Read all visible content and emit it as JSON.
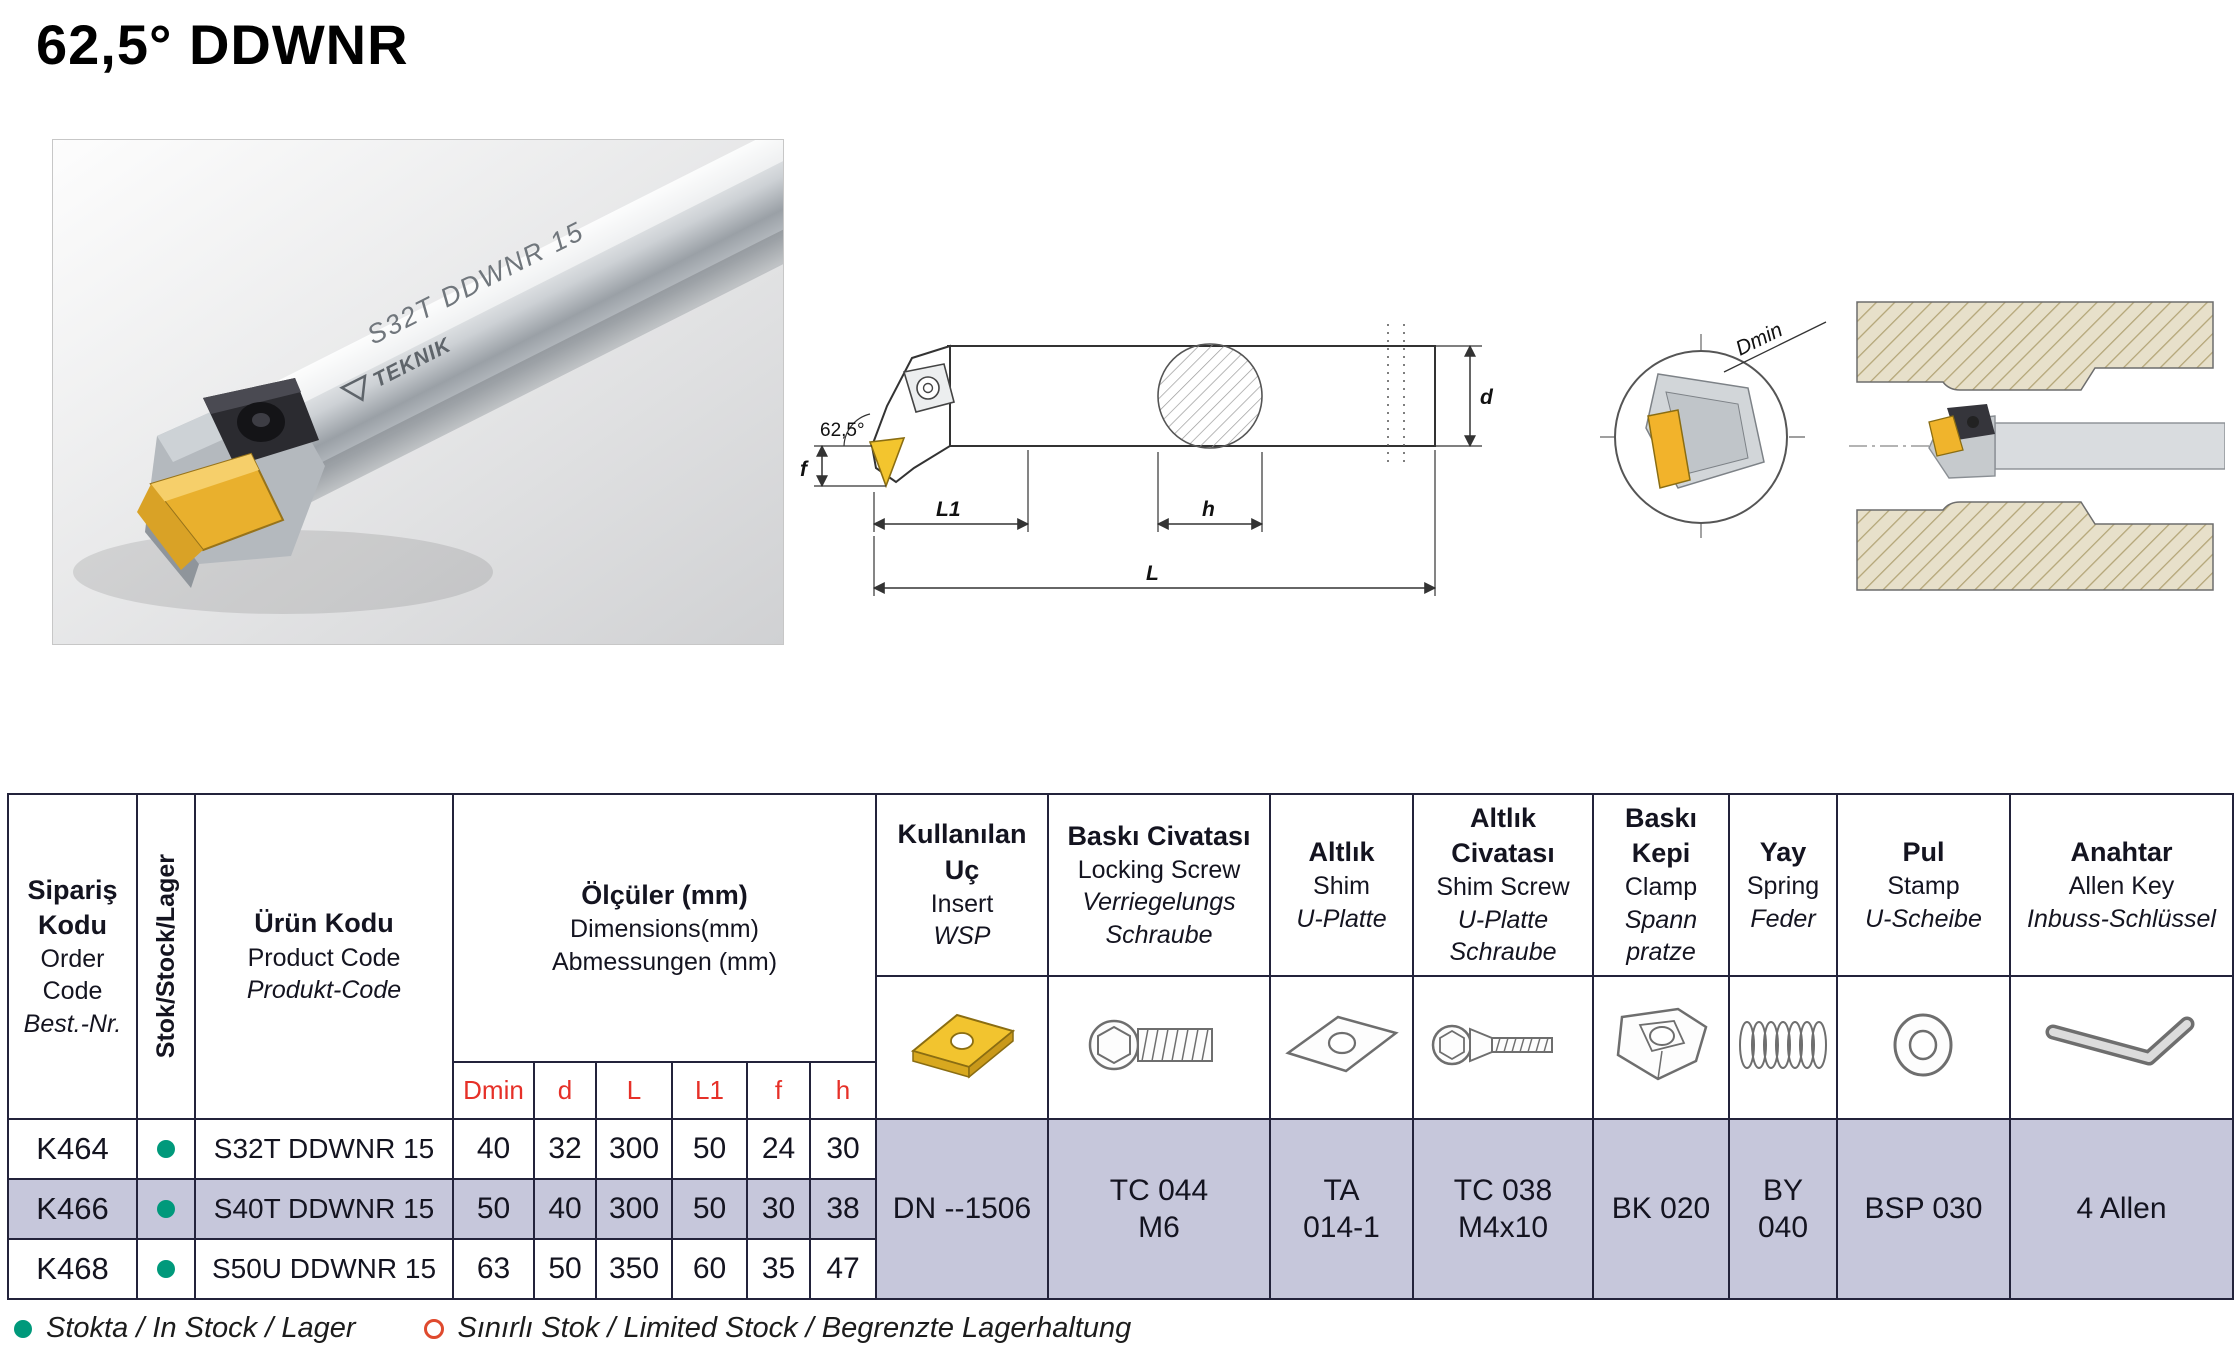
{
  "page": {
    "title": "62,5° DDWNR"
  },
  "drawing": {
    "side_view": {
      "f": "f",
      "angle": "62,5°",
      "L1": "L1",
      "h": "h",
      "L": "L",
      "d": "d"
    },
    "detail": {
      "dmin": "Dmin"
    },
    "photo": {
      "marking": "S32T DDWNR 15",
      "brand": "TEKNIK"
    }
  },
  "table": {
    "headers": {
      "order_code": {
        "l1": "Sipariş Kodu",
        "l2": "Order Code",
        "l3": "Best.-Nr."
      },
      "stock": "Stok/Stock/Lager",
      "product_code": {
        "l1": "Ürün Kodu",
        "l2": "Product Code",
        "l3": "Produkt-Code"
      },
      "dimensions": {
        "l1": "Ölçüler (mm)",
        "l2": "Dimensions(mm)",
        "l3": "Abmessungen (mm)"
      },
      "dim_cols": [
        "Dmin",
        "d",
        "L",
        "L1",
        "f",
        "h"
      ],
      "insert": {
        "l1": "Kullanılan Uç",
        "l2": "Insert",
        "l3": "WSP"
      },
      "locking_screw": {
        "l1": "Baskı Civatası",
        "l2": "Locking Screw",
        "l3": "Verriegelungs Schraube"
      },
      "shim": {
        "l1": "Altlık",
        "l2": "Shim",
        "l3": "U-Platte"
      },
      "shim_screw": {
        "l1": "Altlık Civatası",
        "l2": "Shim Screw",
        "l3": "U-Platte Schraube"
      },
      "clamp": {
        "l1": "Baskı Kepi",
        "l2": "Clamp",
        "l3": "Spann pratze"
      },
      "spring": {
        "l1": "Yay",
        "l2": "Spring",
        "l3": "Feder"
      },
      "stamp": {
        "l1": "Pul",
        "l2": "Stamp",
        "l3": "U-Scheibe"
      },
      "allen_key": {
        "l1": "Anahtar",
        "l2": "Allen Key",
        "l3": "Inbuss-Schlüssel"
      }
    },
    "rows": [
      {
        "order_code": "K464",
        "stock": "in-stock",
        "product_code": "S32T DDWNR 15",
        "dims": [
          "40",
          "32",
          "300",
          "50",
          "24",
          "30"
        ]
      },
      {
        "order_code": "K466",
        "stock": "in-stock",
        "product_code": "S40T DDWNR 15",
        "dims": [
          "50",
          "40",
          "300",
          "50",
          "30",
          "38"
        ]
      },
      {
        "order_code": "K468",
        "stock": "in-stock",
        "product_code": "S50U DDWNR 15",
        "dims": [
          "63",
          "50",
          "350",
          "60",
          "35",
          "47"
        ]
      }
    ],
    "shared": {
      "insert": "DN --1506",
      "locking_screw": {
        "line1": "TC 044",
        "line2": "M6"
      },
      "shim": {
        "line1": "TA",
        "line2": "014-1"
      },
      "shim_screw": {
        "line1": "TC 038",
        "line2": "M4x10"
      },
      "clamp": "BK 020",
      "spring": {
        "line1": "BY",
        "line2": "040"
      },
      "stamp": "BSP 030",
      "allen_key": "4 Allen"
    }
  },
  "legend": {
    "in_stock": "Stokta / In Stock / Lager",
    "limited_stock": "Sınırlı Stok / Limited Stock / Begrenzte Lagerhaltung"
  },
  "colors": {
    "highlight_lavender": "#c6c7db",
    "dim_header_red": "#e63028",
    "in_stock_green": "#00997b",
    "limited_stock_red": "#df4a2e",
    "insert_gold": "#f2c42f"
  }
}
